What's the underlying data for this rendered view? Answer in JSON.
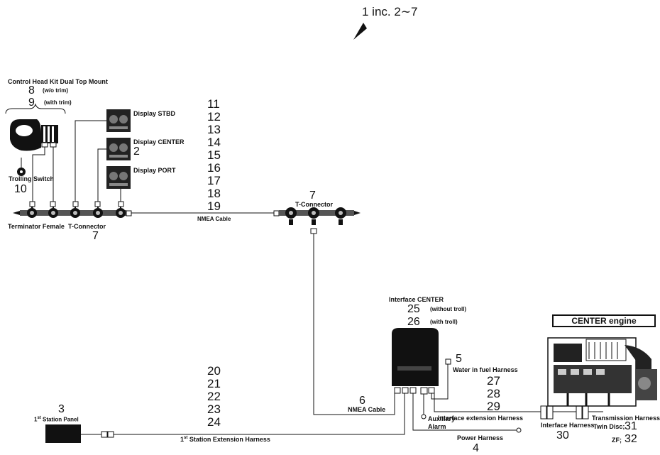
{
  "header": {
    "part_ref": "1 inc. 2∼7"
  },
  "control_head": {
    "title": "Control Head Kit Dual Top Mount",
    "n1": "8",
    "n1_note": "(w/o trim)",
    "n2": "9",
    "n2_note": "(with trim)"
  },
  "trolling": {
    "label": "Trolling Switch",
    "num": "10"
  },
  "displays": {
    "stbd": "Display STBD",
    "center": "Display CENTER",
    "center_num": "2",
    "port": "Display PORT"
  },
  "numbers_top": [
    "11",
    "12",
    "13",
    "14",
    "15",
    "16",
    "17",
    "18",
    "19"
  ],
  "nmea_cable_top": "NMEA Cable",
  "terminator": "Terminator Female",
  "tconn_left": {
    "label": "T-Connector",
    "num": "7"
  },
  "tconn_right": {
    "label": "T-Connector",
    "num": "7"
  },
  "interface_center": {
    "title": "Interface CENTER",
    "n1": "25",
    "n1_note": "(without troll)",
    "n2": "26",
    "n2_note": "(with troll)"
  },
  "water": {
    "num": "5",
    "label": "Water in fuel Harness"
  },
  "numbers_mid": [
    "27",
    "28",
    "29"
  ],
  "interface_ext": "Interface extension Harness",
  "aux_alarm": [
    "Auxiliary",
    "Alarm"
  ],
  "nmea_cable_bottom": {
    "num": "6",
    "label": "NMEA Cable"
  },
  "numbers_bottom": [
    "20",
    "21",
    "22",
    "23",
    "24"
  ],
  "station_panel": {
    "num": "3",
    "sup": "st",
    "pre": "1",
    "label": "Station Panel"
  },
  "station_ext": {
    "pre": "1",
    "sup": "st",
    "label": "Station Extension Harness"
  },
  "power": {
    "label": "Power Harness",
    "num": "4"
  },
  "engine": "CENTER engine",
  "interface_harness": {
    "label": "Interface Harness",
    "num": "30"
  },
  "transmission": {
    "label": "Transmission Harness",
    "twin": "Twin Disc;",
    "twin_num": "31",
    "zf": "ZF;",
    "zf_num": "32"
  }
}
